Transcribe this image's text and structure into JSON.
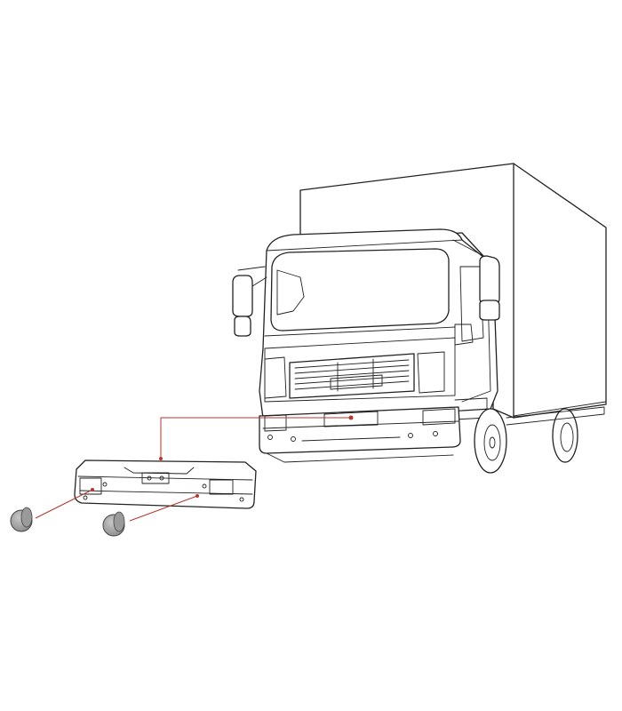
{
  "colors": {
    "background": "#ffffff",
    "line": "#222222",
    "leader": "#b8352a",
    "cap_fill": "#8c8c8c",
    "cap_highlight": "#c7c7c7"
  },
  "diagram": {
    "subject": "truck-front-bumper-exploded-view",
    "parts": [
      "truck",
      "front-bumper",
      "left-bumper-cap",
      "right-bumper-cap"
    ]
  }
}
